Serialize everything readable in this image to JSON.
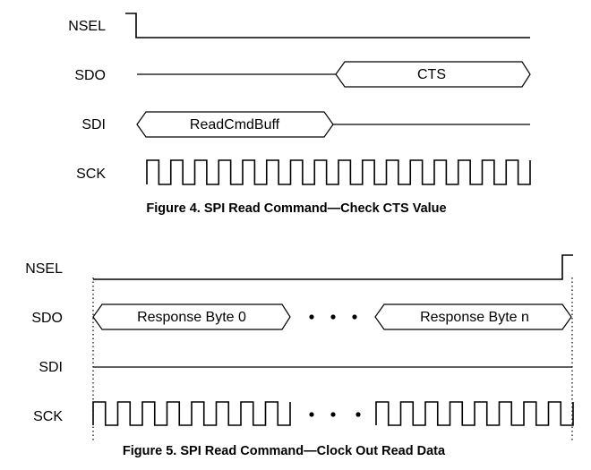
{
  "figure4": {
    "signals": [
      "NSEL",
      "SDO",
      "SDI",
      "SCK"
    ],
    "sdo_bus": "CTS",
    "sdi_bus": "ReadCmdBuff",
    "caption": "Figure 4. SPI Read Command—Check CTS Value"
  },
  "figure5": {
    "signals": [
      "NSEL",
      "SDO",
      "SDI",
      "SCK"
    ],
    "sdo_bus_first": "Response Byte 0",
    "sdo_bus_last": "Response Byte n",
    "caption": "Figure 5. SPI Read Command—Clock Out Read Data"
  }
}
